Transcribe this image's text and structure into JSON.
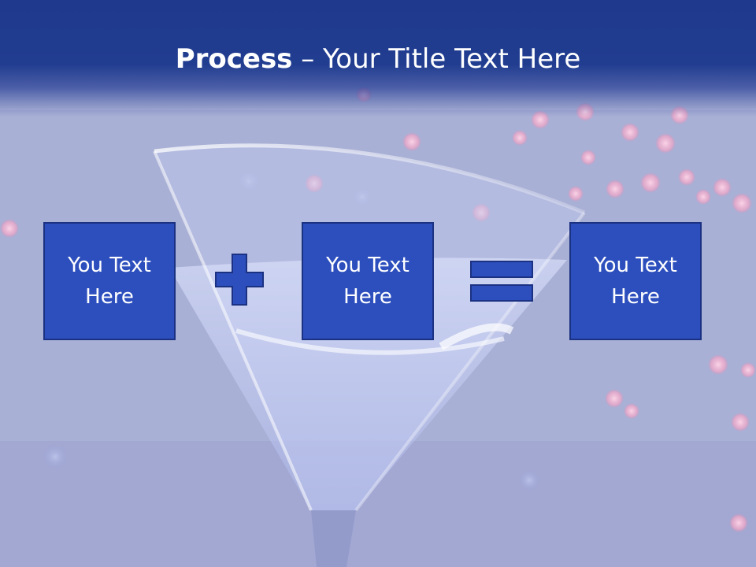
{
  "slide": {
    "title_bold": "Process",
    "title_rest": " – Your Title Text Here",
    "boxes": [
      {
        "line1": "You Text",
        "line2": "Here"
      },
      {
        "line1": "You Text",
        "line2": "Here"
      },
      {
        "line1": "You Text",
        "line2": "Here"
      }
    ],
    "operators": [
      "plus-icon",
      "equals-icon"
    ],
    "colors": {
      "header": "#1f3a8c",
      "box_fill": "#2d4fbd",
      "box_border": "#1b3182",
      "text": "#ffffff",
      "background": "#aab2d6"
    }
  }
}
